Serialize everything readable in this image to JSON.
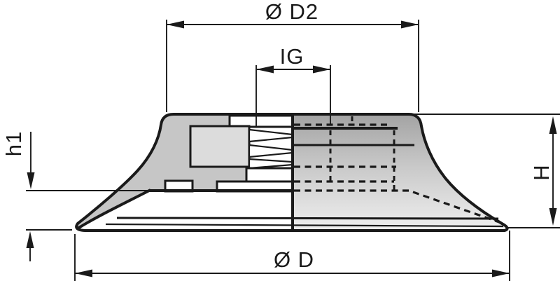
{
  "drawing": {
    "title": "suction-cup-half-section",
    "labels": {
      "top_diameter": "Ø D2",
      "thread": "IG",
      "lip_height": "h1",
      "total_height": "H",
      "outer_diameter": "Ø D"
    },
    "colors": {
      "line": "#1a1a1a",
      "section_body": "#c6c6c6",
      "section_cavity": "#dcdcdc",
      "cutout": "#ffffff",
      "exterior_dark": "#a3a3a3",
      "exterior_mid": "#c9c9c9",
      "exterior_light": "#ececec",
      "background": "#ffffff"
    }
  }
}
